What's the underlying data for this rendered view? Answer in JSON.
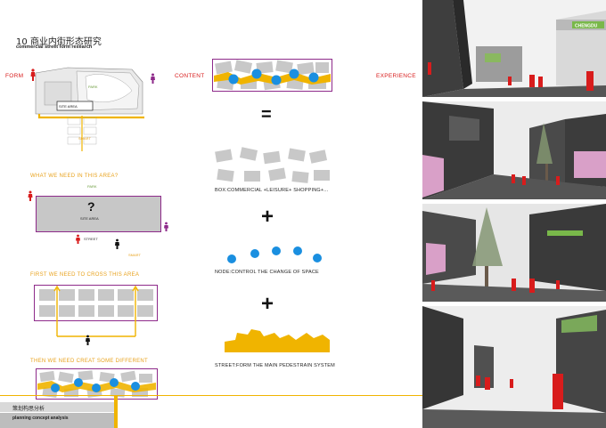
{
  "header": {
    "number": "10",
    "title_cn": "商业内街形态研究",
    "title_en": "commercial street form research"
  },
  "columns": {
    "form": "FORM",
    "content": "CONTENT",
    "experience": "EXPERIENCE"
  },
  "site_plan": {
    "park_label": "PARK",
    "site_area_label": "SITE AREA",
    "smart_label": "SMART"
  },
  "analysis": {
    "q1": "WHAT WE NEED IN THIS AREA?",
    "q1_park": "PARK",
    "q1_mark": "?",
    "q1_site": "SITE AREA",
    "q1_street": "STREET",
    "q1_smart": "SMART",
    "q2": "FIRST WE NEED TO CROSS THIS AREA",
    "q3": "THEN WE NEED CREAT SOME DIFFERENT"
  },
  "content": {
    "equals": "=",
    "plus1": "+",
    "plus2": "+",
    "box_caption": "BOX:COMMERCIAL +LEISURE+ SHOPPING+...",
    "node_caption": "NODE:CONTROL THE CHANGE OF SPACE",
    "street_caption": "STREET:FORM THE MAIN PEDESTRAIN SYSTEM"
  },
  "experience_photos": {
    "sign_text": "CHENGDU"
  },
  "footer": {
    "title_cn": "策划构思分析",
    "title_en": "planning concept analysis"
  },
  "colors": {
    "accent_red": "#d81c1c",
    "accent_yellow": "#f0b400",
    "node_blue": "#1a8fe0",
    "frame_purple": "#8e2a8a",
    "box_gray": "#c8c8c8"
  }
}
